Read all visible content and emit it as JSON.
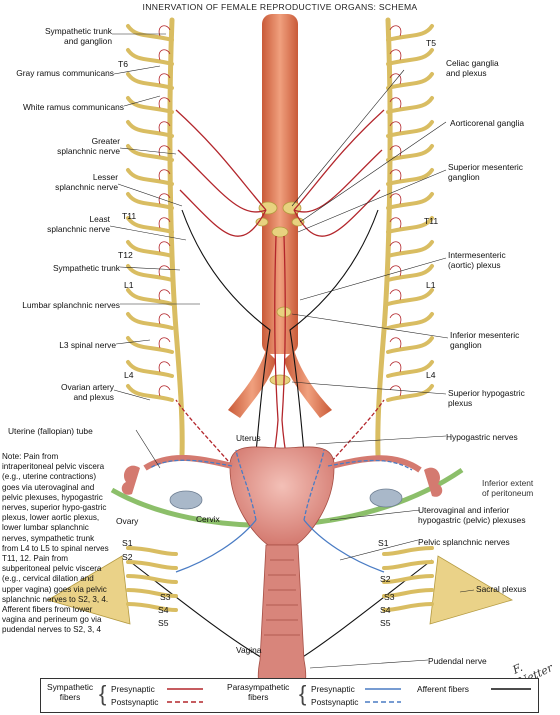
{
  "title": "INNERVATION OF FEMALE REPRODUCTIVE ORGANS: SCHEMA",
  "labels_left": {
    "sympathetic_trunk_ganglion": "Sympathetic trunk\nand ganglion",
    "gray_ramus": "Gray ramus communicans",
    "white_ramus": "White ramus communicans",
    "greater_splanchnic": "Greater\nsplanchnic nerve",
    "lesser_splanchnic": "Lesser\nsplanchnic nerve",
    "least_splanchnic": "Least\nsplanchnic nerve",
    "sympathetic_trunk": "Sympathetic trunk",
    "lumbar_splanchnic": "Lumbar splanchnic nerves",
    "l3_spinal": "L3 spinal nerve",
    "ovarian_artery": "Ovarian artery\nand plexus",
    "uterine_tube": "Uterine (fallopian) tube",
    "uterus": "Uterus",
    "ovary": "Ovary",
    "cervix": "Cervix",
    "vagina": "Vagina"
  },
  "labels_right": {
    "celiac": "Celiac ganglia\nand plexus",
    "aorticorenal": "Aorticorenal ganglia",
    "superior_mesenteric": "Superior mesenteric\nganglion",
    "intermesenteric": "Intermesenteric\n(aortic) plexus",
    "inferior_mesenteric": "Inferior mesenteric\nganglion",
    "superior_hypogastric": "Superior hypogastric\nplexus",
    "hypogastric_nerves": "Hypogastric nerves",
    "inferior_extent": "Inferior extent\nof peritoneum",
    "uterovaginal": "Uterovaginal and inferior\nhypogastric (pelvic) plexuses",
    "pelvic_splanchnic": "Pelvic splanchnic nerves",
    "sacral_plexus": "Sacral plexus",
    "pudendal": "Pudendal nerve"
  },
  "levels": {
    "t5": "T5",
    "t6": "T6",
    "t11_left": "T11",
    "t11_right": "T11",
    "t12": "T12",
    "l1_left": "L1",
    "l1_right": "L1",
    "l4_left": "L4",
    "l4_right": "L4",
    "s1_left": "S1",
    "s2_left": "S2",
    "s3_left": "S3",
    "s4_left": "S4",
    "s5_left": "S5",
    "s1_right": "S1",
    "s2_right": "S2",
    "s3_right": "S3",
    "s4_right": "S4",
    "s5_right": "S5"
  },
  "note": "Note: Pain from intraperitoneal pelvic viscera (e.g., uterine contractions) goes via uterovaginal and pelvic plexuses, hypogastric nerves, superior hypo-gastric plexus, lower aortic plexus, lower lumbar splanchnic nerves, sympathetic trunk from L4 to L5 to spinal nerves T11, 12.  Pain from subperitoneal pelvic viscera (e.g., cervical dilation and upper vagina) goes via pelvic splanchnic nerves to S2, 3, 4.  Afferent fibers from lower vagina and perineum go via pudendal nerves to S2, 3, 4",
  "legend": {
    "sympathetic": "Sympathetic\nfibers",
    "parasympathetic": "Parasympathetic\nfibers",
    "presynaptic_1": "Presynaptic",
    "postsynaptic_1": "Postsynaptic",
    "presynaptic_2": "Presynaptic",
    "postsynaptic_2": "Postsynaptic",
    "afferent": "Afferent fibers"
  },
  "signature": "F. Netter",
  "colors": {
    "sympathetic": "#b3262c",
    "parasympathetic": "#4a7cc4",
    "afferent": "#111111",
    "ganglion": "#e8d27f",
    "aorta": "#e07a55",
    "peritoneum": "#8cbf6a",
    "uterus": "#e79a91",
    "ovary": "#9fb0c4"
  }
}
